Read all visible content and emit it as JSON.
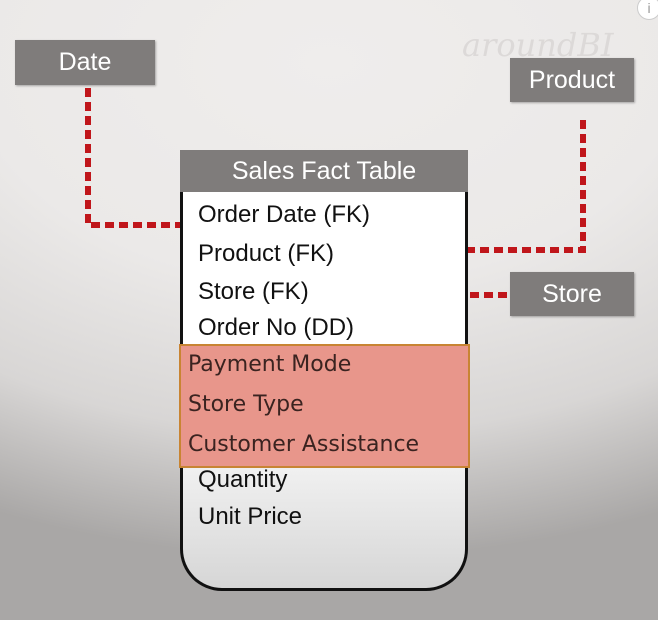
{
  "watermark": "aroundBI",
  "dimensions": {
    "date": "Date",
    "product": "Product",
    "store": "Store"
  },
  "fact_table": {
    "title": "Sales Fact Table",
    "fields": [
      "Order Date (FK)",
      "Product (FK)",
      "Store (FK)",
      "Order No (DD)"
    ],
    "highlighted_fields": [
      "Payment Mode",
      "Store Type",
      "Customer Assistance"
    ],
    "measures": [
      "Quantity",
      "Unit Price"
    ]
  },
  "colors": {
    "box": "#7f7c7b",
    "link": "#c0161b",
    "highlight": "#e8968b",
    "highlight_border": "#c88433"
  }
}
